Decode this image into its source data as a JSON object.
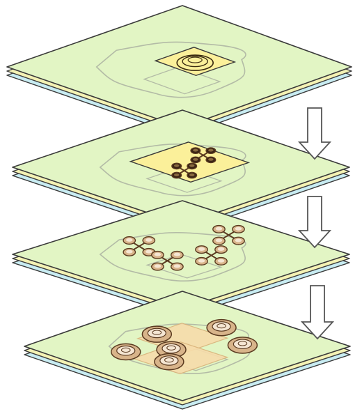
{
  "colors": {
    "background": "#ffffff",
    "layer_top": "#e2f5c4",
    "layer_top_stroke": "#3a3a3a",
    "layer_middle": "#f4f2b4",
    "layer_bottom": "#c8ecf2",
    "outline": "#b3bba6",
    "highlight_fill": "#fbf09a",
    "cell_fill": "#d8b48a",
    "cell_stroke": "#5a3a20",
    "cell_inner": "#f5e6d3",
    "arrow_fill": "#ffffff",
    "arrow_stroke": "#555555"
  },
  "diagram": {
    "layers": [
      {
        "stage": 1,
        "highlight": "square",
        "cells": "single-ring"
      },
      {
        "stage": 2,
        "highlight": "square",
        "cells": "two-clusters"
      },
      {
        "stage": 3,
        "highlight": "none",
        "cells": "four-clusters"
      },
      {
        "stage": 4,
        "highlight": "two-overlapping-squares",
        "cells": "six-rings"
      }
    ],
    "arrows": [
      "down-arrow",
      "down-arrow",
      "down-arrow"
    ]
  }
}
